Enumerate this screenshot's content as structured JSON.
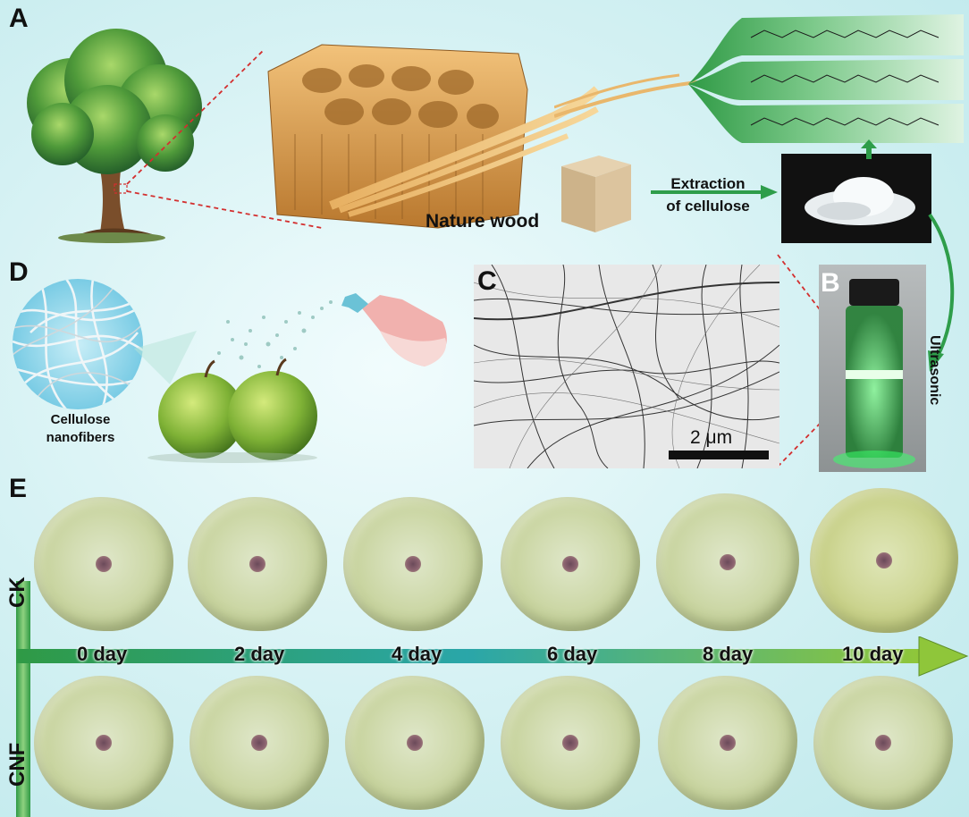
{
  "panels": {
    "a": "A",
    "b": "B",
    "c": "C",
    "d": "D",
    "e": "E"
  },
  "panel_a": {
    "wood_label": "Nature wood",
    "arrow_label_line1": "Extraction",
    "arrow_label_line2": "of cellulose"
  },
  "panel_b": {
    "side_label": "Ultrasonic"
  },
  "panel_c": {
    "scale_bar": "2 μm"
  },
  "panel_d": {
    "label_line1": "Cellulose",
    "label_line2": "nanofibers"
  },
  "panel_e": {
    "rows": [
      "CK",
      "CNF"
    ],
    "days": [
      "0 day",
      "2 day",
      "4 day",
      "6 day",
      "8 day",
      "10 day"
    ]
  },
  "colors": {
    "arrow_green": "#2e9d4a",
    "molecule_green": "#4caf50",
    "glow_green": "#39ff6a",
    "dashed_red": "#d32f2f"
  }
}
